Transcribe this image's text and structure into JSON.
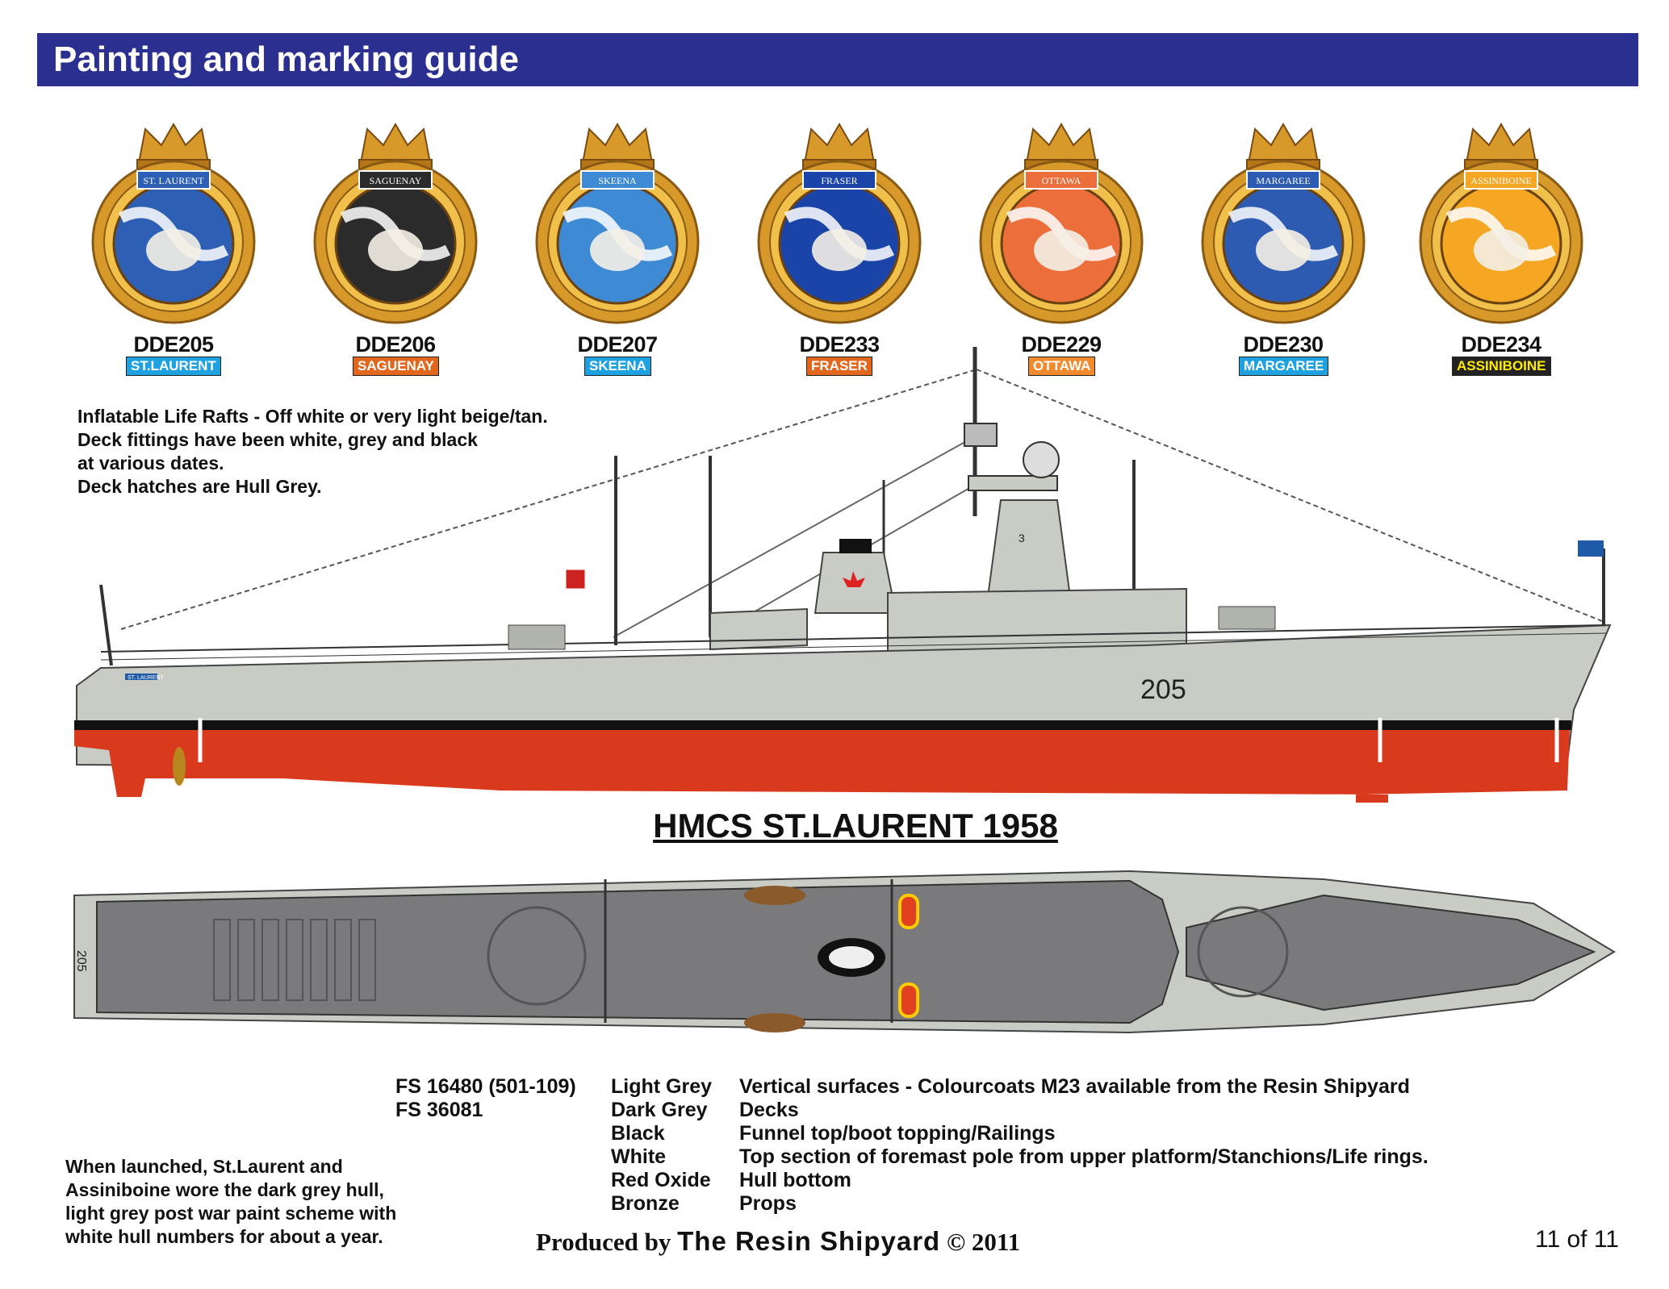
{
  "header": {
    "title": "Painting and marking guide"
  },
  "colors": {
    "banner": "#2b2f8f",
    "hull_grey": "#c8ccc4",
    "deck_grey": "#7a7a7c",
    "boot_red": "#d9391c",
    "crest_gold": "#d79a2a"
  },
  "crests": [
    {
      "code": "DDE205",
      "name": "ST.LAURENT",
      "plate": "ST. LAURENT",
      "name_color": "#1ea1e0",
      "field": "#2d5fb5",
      "motif": "whale-icon"
    },
    {
      "code": "DDE206",
      "name": "SAGUENAY",
      "plate": "SAGUENAY",
      "name_color": "#e2661c",
      "field": "#2b2b2b",
      "motif": "native-portrait-icon"
    },
    {
      "code": "DDE207",
      "name": "SKEENA",
      "plate": "SKEENA",
      "name_color": "#1ea1e0",
      "field": "#3f8ad4",
      "motif": "salmon-icon"
    },
    {
      "code": "DDE233",
      "name": "FRASER",
      "plate": "FRASER",
      "name_color": "#e2661c",
      "field": "#1b44a8",
      "motif": "stag-icon"
    },
    {
      "code": "DDE229",
      "name": "OTTAWA",
      "plate": "OTTAWA",
      "name_color": "#f08a2a",
      "field": "#ec6e3b",
      "motif": "beaver-icon"
    },
    {
      "code": "DDE230",
      "name": "MARGAREE",
      "plate": "MARGAREE",
      "name_color": "#1ea1e0",
      "field": "#2c5bb1",
      "motif": "daisy-icon"
    },
    {
      "code": "DDE234",
      "name": "ASSINIBOINE",
      "plate": "ASSINIBOINE",
      "name_color": "#222222",
      "name_text_color": "#ffeb00",
      "field": "#f5a623",
      "motif": "bison-icon"
    }
  ],
  "notes": [
    "Inflatable Life Rafts - Off white or very light beige/tan.",
    "Deck fittings have been white, grey and black",
    "at various dates.",
    "Deck hatches are Hull Grey."
  ],
  "ship": {
    "title": "HMCS ST.LAURENT 1958",
    "hull_number": "205",
    "stern_name": "ST. LAURENT",
    "funnel_mark": "3"
  },
  "legend": {
    "fs": [
      "FS 16480  (501-109)",
      "FS 36081"
    ],
    "rows": [
      {
        "color": "Light Grey",
        "use": "Vertical surfaces - Colourcoats M23 available from the Resin Shipyard"
      },
      {
        "color": "Dark Grey",
        "use": "Decks"
      },
      {
        "color": "Black",
        "use": "Funnel top/boot topping/Railings"
      },
      {
        "color": "White",
        "use": "Top section of foremast pole from upper platform/Stanchions/Life rings."
      },
      {
        "color": "Red Oxide",
        "use": "Hull bottom"
      },
      {
        "color": "Bronze",
        "use": "Props"
      }
    ]
  },
  "launched_note": [
    "When launched,  St.Laurent and",
    "Assiniboine wore the dark grey hull,",
    "light grey post war paint scheme with",
    "white hull numbers for about a year."
  ],
  "credit": {
    "prefix": "Produced by",
    "brand": "The Resin Shipyard",
    "suffix": "© 2011"
  },
  "page": {
    "number": "11 of 11"
  }
}
